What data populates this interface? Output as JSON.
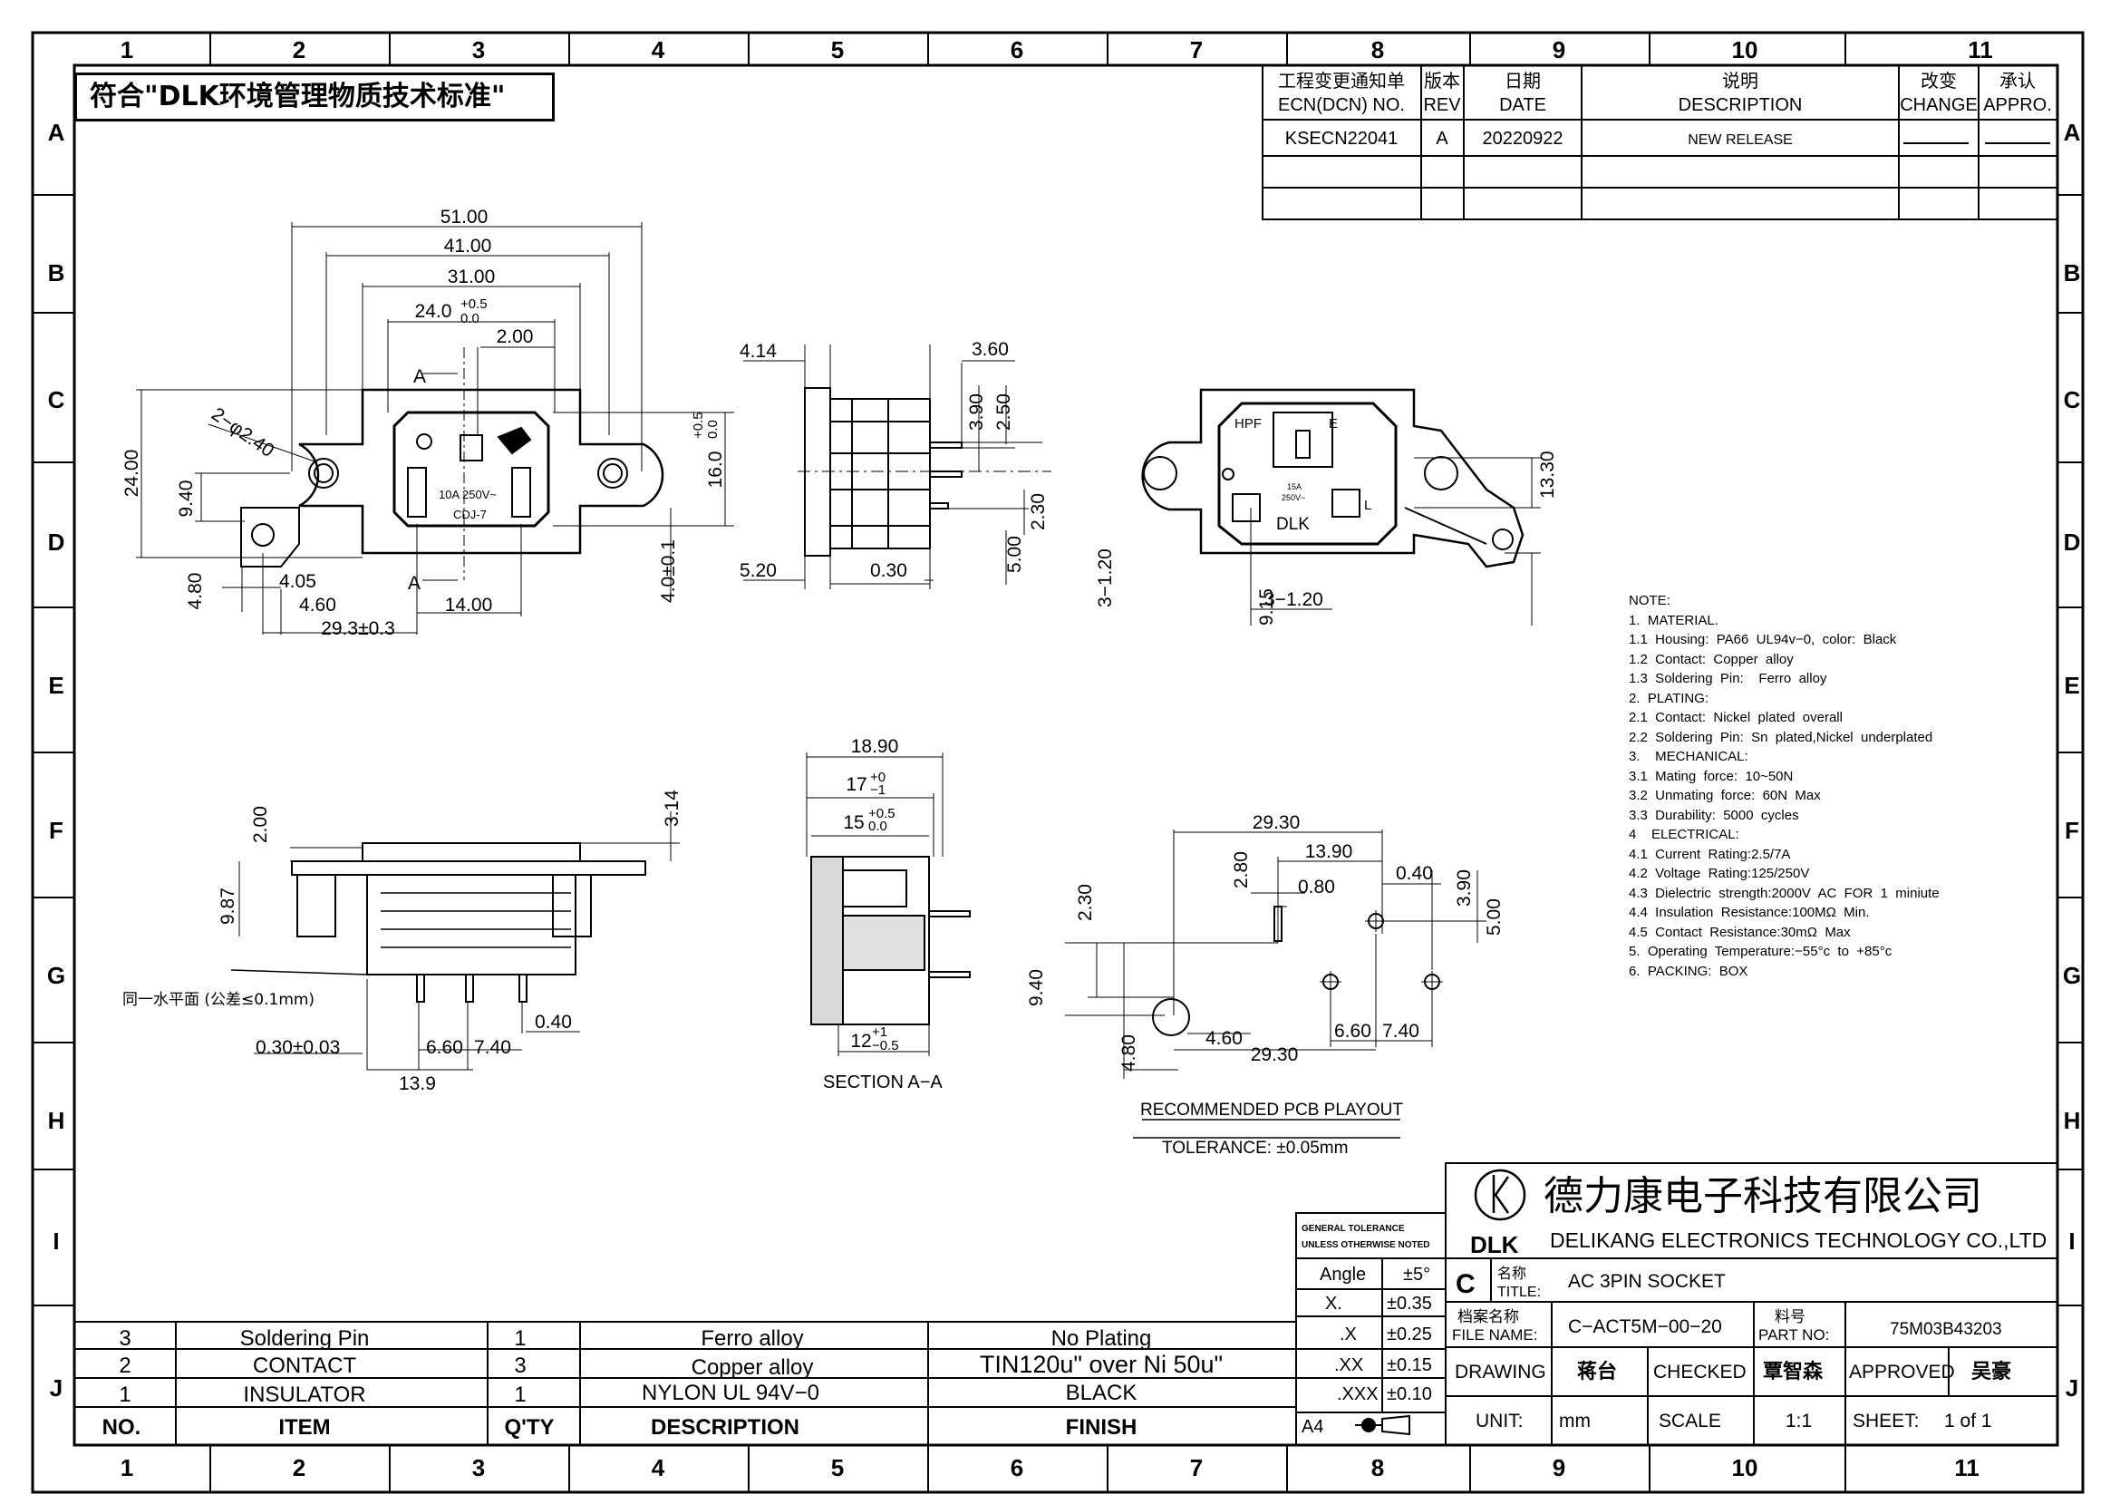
{
  "compliance_note": "符合\"DLK环境管理物质技术标准\"",
  "grid": {
    "columns": [
      "1",
      "2",
      "3",
      "4",
      "5",
      "6",
      "7",
      "8",
      "9",
      "10",
      "11"
    ],
    "rows": [
      "A",
      "B",
      "C",
      "D",
      "E",
      "F",
      "G",
      "H",
      "I",
      "J"
    ]
  },
  "revision_block": {
    "headers": {
      "ecn_cn": "工程变更通知单",
      "ecn_en": "ECN(DCN) NO.",
      "rev_cn": "版本",
      "rev_en": "REV",
      "date_cn": "日期",
      "date_en": "DATE",
      "desc_cn": "说明",
      "desc_en": "DESCRIPTION",
      "change_cn": "改变",
      "change_en": "CHANGE",
      "appro_cn": "承认",
      "appro_en": "APPRO."
    },
    "rows": [
      {
        "ecn": "KSECN22041",
        "rev": "A",
        "date": "20220922",
        "description": "NEW RELEASE"
      }
    ]
  },
  "front_view": {
    "dims": [
      "51.00",
      "41.00",
      "31.00",
      "24.0",
      "+0.5",
      "0.0",
      "2.00",
      "2−φ2.40",
      "24.00",
      "9.40",
      "16.0",
      "+0.5",
      "0.0",
      "4.0±0.1",
      "4.80",
      "4.05",
      "4.60",
      "14.00",
      "29.3±0.3"
    ],
    "section_marks": [
      "A",
      "A"
    ],
    "housing_text": [
      "10A  250V~",
      "CDJ-7"
    ]
  },
  "side_view": {
    "dims": [
      "4.14",
      "3.60",
      "3.90",
      "2.50",
      "2.30",
      "5.00",
      "5.20",
      "0.30"
    ]
  },
  "rear_view": {
    "labels": [
      "HPF",
      "E",
      "L",
      "DLK",
      "15A",
      "250V~"
    ],
    "dims": [
      "13.30",
      "3−1.20",
      "3−1.20",
      "9.15"
    ]
  },
  "notes": [
    "NOTE:",
    "1.  MATERIAL.",
    "1.1  Housing:  PA66  UL94v−0,  color:  Black",
    "1.2  Contact:  Copper  alloy",
    "1.3  Soldering  Pin:    Ferro  alloy",
    "2.  PLATING:",
    "2.1  Contact:  Nickel  plated  overall",
    "2.2  Soldering  Pin:  Sn  plated,Nickel  underplated",
    "3.    MECHANICAL:",
    "3.1  Mating  force:  10~50N",
    "3.2  Unmating  force:  60N  Max",
    "3.3  Durability:  5000  cycles",
    "4    ELECTRICAL:",
    "4.1  Current  Rating:2.5/7A",
    "4.2  Voltage  Rating:125/250V",
    "4.3  Dielectric  strength:2000V  AC  FOR  1  miniute",
    "4.4  Insulation  Resistance:100MΩ  Min.",
    "4.5  Contact  Resistance:30mΩ  Max",
    "5.  Operating  Temperature:−55°c  to  +85°c",
    "6.  PACKING:  BOX"
  ],
  "bottom_view": {
    "dims": [
      "2.00",
      "9.87",
      "3.14",
      "0.30±0.03",
      "6.60",
      "7.40",
      "0.40",
      "13.9"
    ],
    "flat_note": "同一水平面 (公差≤0.1mm)"
  },
  "section_view": {
    "dims": [
      "18.90",
      "17",
      "+0",
      "−1",
      "15",
      "+0.5",
      "0.0",
      "12",
      "+1",
      "−0.5"
    ],
    "label": "SECTION  A−A"
  },
  "pcb_layout": {
    "dims": [
      "29.30",
      "13.90",
      "0.40",
      "2.80",
      "0.80",
      "3.90",
      "5.00",
      "2.30",
      "9.40",
      "4.60",
      "29.30",
      "6.60",
      "7.40",
      "4.80"
    ],
    "title": "RECOMMENDED  PCB  PLAYOUT",
    "tolerance": "TOLERANCE:  ±0.05mm"
  },
  "general_tolerance": {
    "title1": "GENERAL TOLERANCE",
    "title2": "UNLESS OTHERWISE NOTED",
    "rows": [
      {
        "k": "Angle",
        "v": "±5°"
      },
      {
        "k": "X.",
        "v": "±0.35"
      },
      {
        "k": ".X",
        "v": "±0.25"
      },
      {
        "k": ".XX",
        "v": "±0.15"
      },
      {
        "k": ".XXX",
        "v": "±0.10"
      }
    ],
    "paper": "A4"
  },
  "bom": {
    "headers": {
      "no": "NO.",
      "item": "ITEM",
      "qty": "Q'TY",
      "desc": "DESCRIPTION",
      "finish": "FINISH"
    },
    "rows": [
      {
        "no": "3",
        "item": "Soldering  Pin",
        "qty": "1",
        "desc": "Ferro  alloy",
        "finish": "No  Plating"
      },
      {
        "no": "2",
        "item": "CONTACT",
        "qty": "3",
        "desc": "Copper  alloy",
        "finish": "TIN120u\"  over  Ni  50u\""
      },
      {
        "no": "1",
        "item": "INSULATOR",
        "qty": "1",
        "desc": "NYLON  UL  94V−0",
        "finish": "BLACK"
      }
    ]
  },
  "title_block": {
    "company_cn": "德力康电子科技有限公司",
    "company_en": "DELIKANG  ELECTRONICS  TECHNOLOGY  CO.,LTD",
    "logo_text": "DLK",
    "size": "C",
    "title_cn": "名称",
    "title_en": "TITLE:",
    "title": "AC  3PIN  SOCKET",
    "file_cn": "档案名称",
    "file_en": "FILE  NAME:",
    "file_name": "C−ACT5M−00−20",
    "part_cn": "料号",
    "part_en": "PART  NO:",
    "part_no": "75M03B43203",
    "drawing_label": "DRAWING",
    "drawing_by": "蒋台",
    "checked_label": "CHECKED",
    "checked_by": "覃智森",
    "approved_label": "APPROVED",
    "approved_by": "吴豪",
    "unit_label": "UNIT:",
    "unit": "mm",
    "scale_label": "SCALE",
    "scale": "1:1",
    "sheet_label": "SHEET:",
    "sheet": "1  of  1"
  }
}
